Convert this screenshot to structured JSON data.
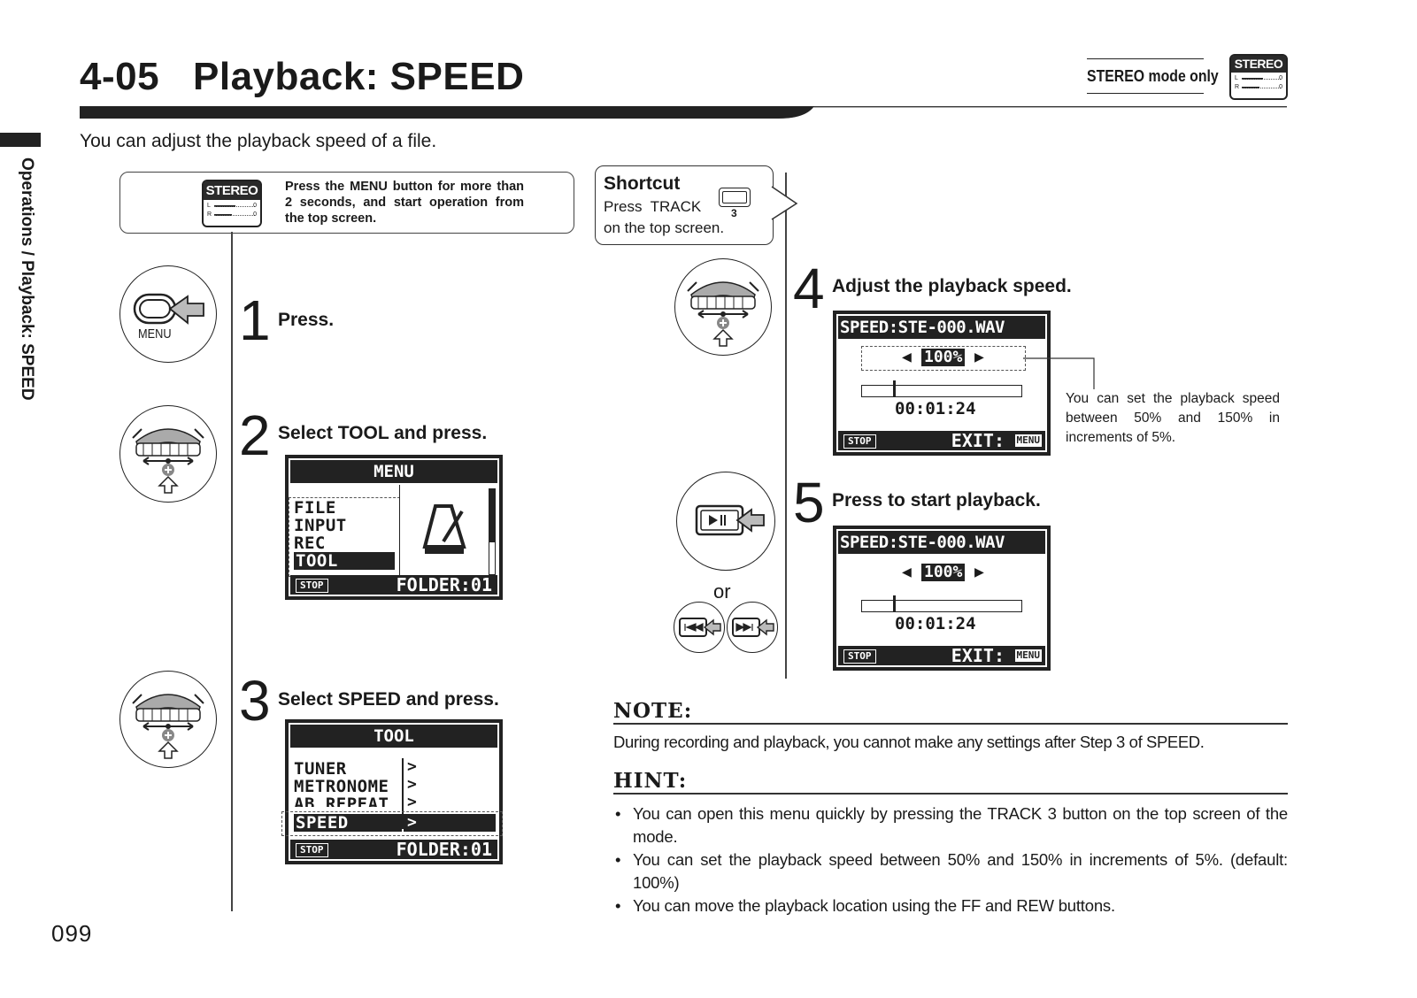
{
  "header": {
    "section_number": "4-05",
    "title": "Playback: SPEED",
    "mode_label": "STEREO mode only",
    "badge_label": "STEREO",
    "badge_l": "L",
    "badge_r": "R",
    "badge_zero": "0"
  },
  "side_tab": "Operations / Playback: SPEED",
  "intro": "You can adjust the playback speed of a file.",
  "menu_box": {
    "badge_label": "STEREO",
    "text": "Press the MENU button for more than 2 seconds, and start operation from the top screen."
  },
  "shortcut": {
    "title": "Shortcut",
    "line1": "Press  TRACK",
    "line2": "on the top screen.",
    "track_number": "3"
  },
  "steps": [
    {
      "number": "1",
      "title": "Press.",
      "control_label": "MENU"
    },
    {
      "number": "2",
      "title": "Select TOOL and press."
    },
    {
      "number": "3",
      "title": "Select SPEED and press."
    },
    {
      "number": "4",
      "title": "Adjust the playback speed."
    },
    {
      "number": "5",
      "title": "Press to start playback."
    }
  ],
  "lcd_menu": {
    "header": "MENU",
    "items": [
      "FILE",
      "INPUT",
      "REC",
      "TOOL"
    ],
    "selected": "TOOL",
    "stop": "STOP",
    "folder": "FOLDER:01"
  },
  "lcd_tool": {
    "header": "TOOL",
    "items": [
      "TUNER",
      "METRONOME",
      "AB REPEAT",
      "SPEED"
    ],
    "selected": "SPEED",
    "stop": "STOP",
    "folder": "FOLDER:01"
  },
  "lcd_speed": {
    "header": "SPEED:STE-000.WAV",
    "value": "100%",
    "time": "00:01:24",
    "stop": "STOP",
    "exit": "EXIT:",
    "menu_key": "MENU",
    "position_fraction": 0.2
  },
  "range_note": "You can set the playback speed between 50% and 150% in increments of 5%.",
  "or_text": "or",
  "note": {
    "heading": "NOTE:",
    "text": "During recording and playback, you cannot make any settings after Step 3 of SPEED."
  },
  "hint": {
    "heading": "HINT:",
    "items": [
      "You can open this menu quickly by pressing the TRACK 3 button on the top screen of the mode.",
      "You can set the playback speed between 50% and 150% in increments of 5%. (default: 100%)",
      "You can move the playback location using the FF and REW buttons."
    ]
  },
  "page_number": "099"
}
